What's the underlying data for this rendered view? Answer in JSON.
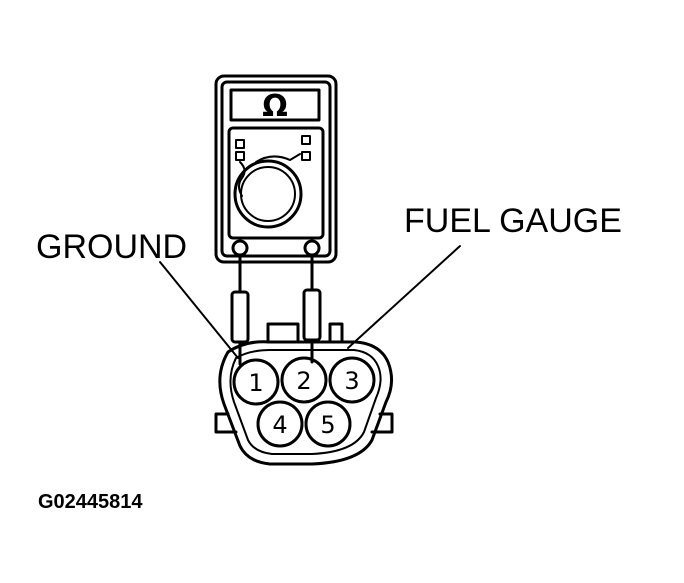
{
  "meter": {
    "symbol": "Ω",
    "icon": "ohmmeter-icon"
  },
  "labels": {
    "ground": "GROUND",
    "fuel_gauge": "FUEL GAUGE"
  },
  "connector": {
    "pins": [
      "1",
      "2",
      "3",
      "4",
      "5"
    ]
  },
  "figure_id": "G02445814"
}
